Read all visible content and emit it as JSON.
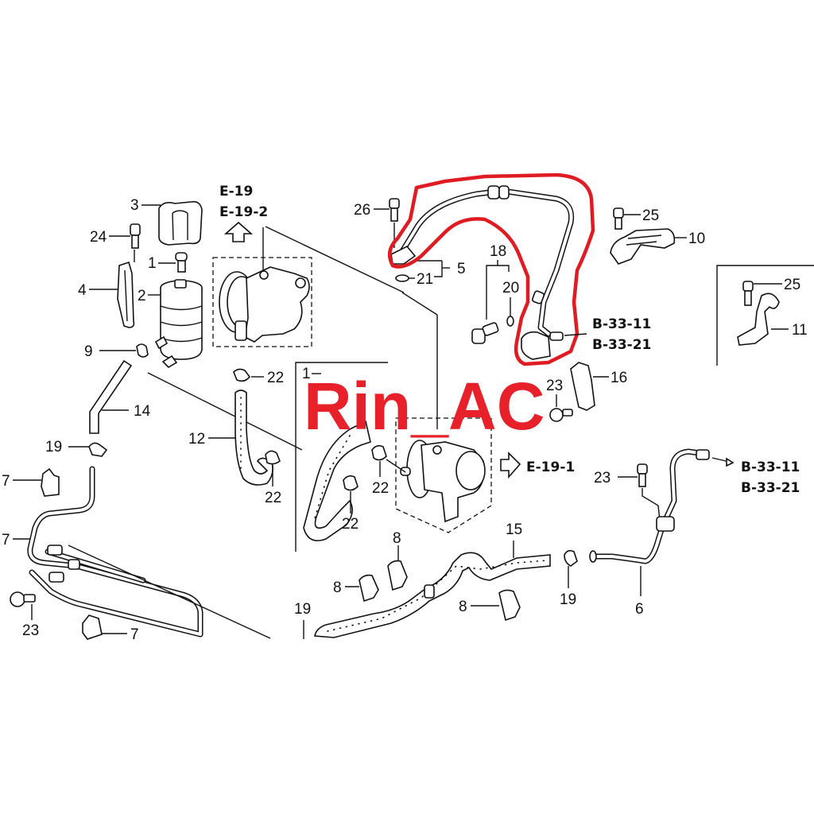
{
  "diagram": {
    "title": "Power steering hoses / pipes parts diagram",
    "watermark": "Rin_AC",
    "highlight_color": "#e11b22",
    "watermark_color": "#e8202a",
    "references": {
      "top_left_1": "E-19",
      "top_left_2": "E-19-2",
      "pump_right": "E-19-1",
      "hose_upper_1": "B-33-11",
      "hose_upper_2": "B-33-21",
      "pipe_right_1": "B-33-11",
      "pipe_right_2": "B-33-21"
    },
    "callouts": {
      "c3": "3",
      "c24": "24",
      "c1": "1",
      "c2": "2",
      "c4": "4",
      "c9": "9",
      "c14": "14",
      "c19a": "19",
      "c7a": "7",
      "c7b": "7",
      "c23a": "23",
      "c7c": "7",
      "c22a": "22",
      "c12": "12",
      "c22b": "22",
      "c22c": "22",
      "c22d": "22",
      "c1b": "1",
      "c26": "26",
      "c5": "5",
      "c21": "21",
      "c18": "18",
      "c20": "20",
      "c25a": "25",
      "c10": "10",
      "c25b": "25",
      "c11": "11",
      "c16": "16",
      "c23b": "23",
      "c23c": "23",
      "c15": "15",
      "c8a": "8",
      "c8b": "8",
      "c8c": "8",
      "c19b": "19",
      "c19c": "19",
      "c6": "6"
    }
  }
}
